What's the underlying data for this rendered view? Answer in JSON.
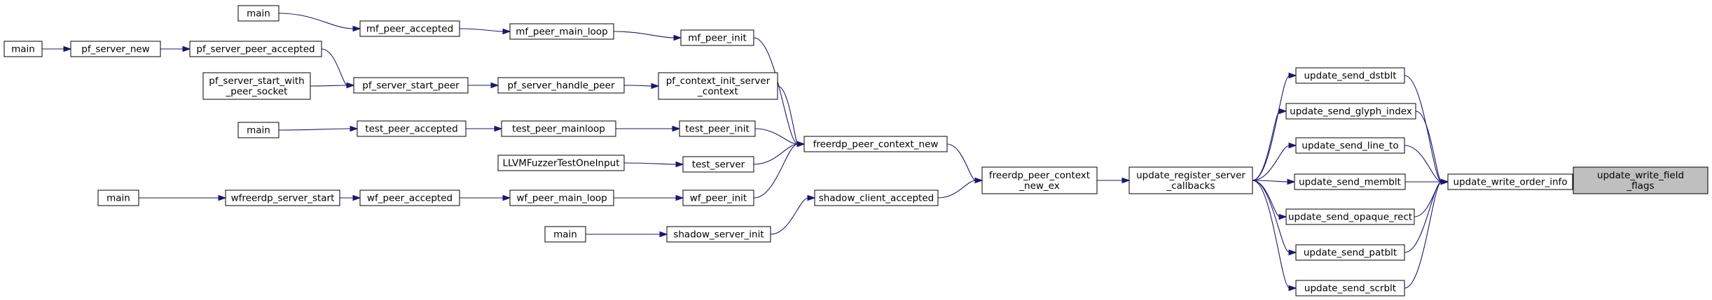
{
  "nodes": [
    {
      "id": "update_write_field_flags",
      "lines": [
        "update_write_field",
        "_flags"
      ],
      "root": true
    },
    {
      "id": "update_write_order_info",
      "lines": [
        "update_write_order_info"
      ]
    },
    {
      "id": "update_send_dstblt",
      "lines": [
        "update_send_dstblt"
      ]
    },
    {
      "id": "update_send_glyph_index",
      "lines": [
        "update_send_glyph_index"
      ]
    },
    {
      "id": "update_send_line_to",
      "lines": [
        "update_send_line_to"
      ]
    },
    {
      "id": "update_send_memblt",
      "lines": [
        "update_send_memblt"
      ]
    },
    {
      "id": "update_send_opaque_rect",
      "lines": [
        "update_send_opaque_rect"
      ]
    },
    {
      "id": "update_send_patblt",
      "lines": [
        "update_send_patblt"
      ]
    },
    {
      "id": "update_send_scrblt",
      "lines": [
        "update_send_scrblt"
      ]
    },
    {
      "id": "update_register_server_callbacks",
      "lines": [
        "update_register_server",
        "_callbacks"
      ]
    },
    {
      "id": "freerdp_peer_context_new_ex",
      "lines": [
        "freerdp_peer_context",
        "_new_ex"
      ]
    },
    {
      "id": "freerdp_peer_context_new",
      "lines": [
        "freerdp_peer_context_new"
      ]
    },
    {
      "id": "shadow_client_accepted",
      "lines": [
        "shadow_client_accepted"
      ]
    },
    {
      "id": "shadow_server_init",
      "lines": [
        "shadow_server_init"
      ]
    },
    {
      "id": "main_shadow",
      "lines": [
        "main"
      ]
    },
    {
      "id": "mf_peer_init",
      "lines": [
        "mf_peer_init"
      ]
    },
    {
      "id": "mf_peer_main_loop",
      "lines": [
        "mf_peer_main_loop"
      ]
    },
    {
      "id": "mf_peer_accepted",
      "lines": [
        "mf_peer_accepted"
      ]
    },
    {
      "id": "main_mf",
      "lines": [
        "main"
      ]
    },
    {
      "id": "pf_context_init_server_context",
      "lines": [
        "pf_context_init_server",
        "_context"
      ]
    },
    {
      "id": "pf_server_handle_peer",
      "lines": [
        "pf_server_handle_peer"
      ]
    },
    {
      "id": "pf_server_start_peer",
      "lines": [
        "pf_server_start_peer"
      ]
    },
    {
      "id": "pf_server_peer_accepted",
      "lines": [
        "pf_server_peer_accepted"
      ]
    },
    {
      "id": "pf_server_new",
      "lines": [
        "pf_server_new"
      ]
    },
    {
      "id": "main_pf",
      "lines": [
        "main"
      ]
    },
    {
      "id": "pf_server_start_with_peer_socket",
      "lines": [
        "pf_server_start_with",
        "_peer_socket"
      ]
    },
    {
      "id": "test_peer_init",
      "lines": [
        "test_peer_init"
      ]
    },
    {
      "id": "test_peer_mainloop",
      "lines": [
        "test_peer_mainloop"
      ]
    },
    {
      "id": "test_peer_accepted",
      "lines": [
        "test_peer_accepted"
      ]
    },
    {
      "id": "main_test",
      "lines": [
        "main"
      ]
    },
    {
      "id": "test_server",
      "lines": [
        "test_server"
      ]
    },
    {
      "id": "LLVMFuzzerTestOneInput",
      "lines": [
        "LLVMFuzzerTestOneInput"
      ]
    },
    {
      "id": "wf_peer_init",
      "lines": [
        "wf_peer_init"
      ]
    },
    {
      "id": "wf_peer_main_loop",
      "lines": [
        "wf_peer_main_loop"
      ]
    },
    {
      "id": "wf_peer_accepted",
      "lines": [
        "wf_peer_accepted"
      ]
    },
    {
      "id": "wfreerdp_server_start",
      "lines": [
        "wfreerdp_server_start"
      ]
    },
    {
      "id": "main_wf",
      "lines": [
        "main"
      ]
    }
  ],
  "edges": [
    {
      "from": "update_write_field_flags",
      "to": "update_write_order_info"
    },
    {
      "from": "update_write_order_info",
      "to": "update_send_dstblt"
    },
    {
      "from": "update_write_order_info",
      "to": "update_send_glyph_index"
    },
    {
      "from": "update_write_order_info",
      "to": "update_send_line_to"
    },
    {
      "from": "update_write_order_info",
      "to": "update_send_memblt"
    },
    {
      "from": "update_write_order_info",
      "to": "update_send_opaque_rect"
    },
    {
      "from": "update_write_order_info",
      "to": "update_send_patblt"
    },
    {
      "from": "update_write_order_info",
      "to": "update_send_scrblt"
    },
    {
      "from": "update_send_dstblt",
      "to": "update_register_server_callbacks"
    },
    {
      "from": "update_send_glyph_index",
      "to": "update_register_server_callbacks"
    },
    {
      "from": "update_send_line_to",
      "to": "update_register_server_callbacks"
    },
    {
      "from": "update_send_memblt",
      "to": "update_register_server_callbacks"
    },
    {
      "from": "update_send_opaque_rect",
      "to": "update_register_server_callbacks"
    },
    {
      "from": "update_send_patblt",
      "to": "update_register_server_callbacks"
    },
    {
      "from": "update_send_scrblt",
      "to": "update_register_server_callbacks"
    },
    {
      "from": "update_register_server_callbacks",
      "to": "freerdp_peer_context_new_ex"
    },
    {
      "from": "freerdp_peer_context_new_ex",
      "to": "freerdp_peer_context_new"
    },
    {
      "from": "freerdp_peer_context_new_ex",
      "to": "shadow_client_accepted"
    },
    {
      "from": "shadow_client_accepted",
      "to": "shadow_server_init"
    },
    {
      "from": "shadow_server_init",
      "to": "main_shadow"
    },
    {
      "from": "freerdp_peer_context_new",
      "to": "mf_peer_init"
    },
    {
      "from": "freerdp_peer_context_new",
      "to": "pf_context_init_server_context"
    },
    {
      "from": "freerdp_peer_context_new",
      "to": "test_peer_init"
    },
    {
      "from": "freerdp_peer_context_new",
      "to": "test_server"
    },
    {
      "from": "freerdp_peer_context_new",
      "to": "wf_peer_init"
    },
    {
      "from": "mf_peer_init",
      "to": "mf_peer_main_loop"
    },
    {
      "from": "mf_peer_main_loop",
      "to": "mf_peer_accepted"
    },
    {
      "from": "mf_peer_accepted",
      "to": "main_mf"
    },
    {
      "from": "pf_context_init_server_context",
      "to": "pf_server_handle_peer"
    },
    {
      "from": "pf_server_handle_peer",
      "to": "pf_server_start_peer"
    },
    {
      "from": "pf_server_start_peer",
      "to": "pf_server_peer_accepted"
    },
    {
      "from": "pf_server_start_peer",
      "to": "pf_server_start_with_peer_socket"
    },
    {
      "from": "pf_server_peer_accepted",
      "to": "pf_server_new"
    },
    {
      "from": "pf_server_new",
      "to": "main_pf"
    },
    {
      "from": "test_peer_init",
      "to": "test_peer_mainloop"
    },
    {
      "from": "test_peer_mainloop",
      "to": "test_peer_accepted"
    },
    {
      "from": "test_peer_accepted",
      "to": "main_test"
    },
    {
      "from": "test_server",
      "to": "LLVMFuzzerTestOneInput"
    },
    {
      "from": "wf_peer_init",
      "to": "wf_peer_main_loop"
    },
    {
      "from": "wf_peer_main_loop",
      "to": "wf_peer_accepted"
    },
    {
      "from": "wf_peer_accepted",
      "to": "wfreerdp_server_start"
    },
    {
      "from": "wfreerdp_server_start",
      "to": "main_wf"
    }
  ],
  "colors": {
    "edge": "#191970",
    "node_border": "#000000",
    "root_fill": "#bfbfbf",
    "node_fill": "#ffffff"
  }
}
